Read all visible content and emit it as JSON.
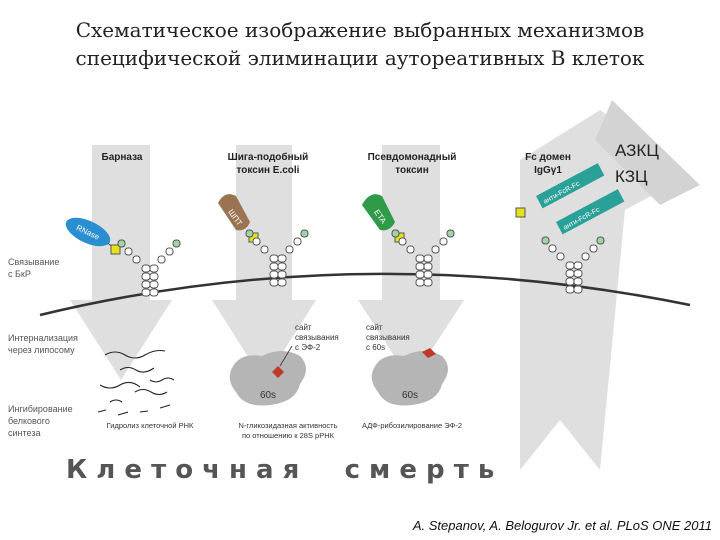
{
  "title": {
    "line1": "Схематическое изображение выбранных механизмов",
    "line2": "специфической элиминации аутореативных В клеток"
  },
  "columns": [
    {
      "heading": "Барназа",
      "body_label": "RNase",
      "bottom": "Гидролиз клеточной РНК"
    },
    {
      "heading1": "Шига-подобный",
      "heading2": "токсин E.coli",
      "body_label": "ШПТ",
      "bottom1": "N-гликозидазная активность",
      "bottom2": "по отношению к 28S рРНК"
    },
    {
      "heading1": "Псевдомонадный",
      "heading2": "токсин",
      "body_label": "ETA",
      "bottom": "АДФ-рибозилирование ЭФ-2"
    },
    {
      "heading1": "Fc домен",
      "heading2": "IgGγ1",
      "cdc_label": "анти-FcR-Fc",
      "cdc_label2": "анти-FcR-Fc"
    }
  ],
  "arrow_labels": {
    "adcc": "АЗКЦ",
    "cdc": "КЗЦ"
  },
  "side_labels": {
    "binding": [
      "Связывание",
      "с БкР"
    ],
    "internalization": [
      "Интернализация",
      "через липосому"
    ],
    "inhibition": [
      "Ингибирование",
      "белкового",
      "синтеза"
    ]
  },
  "ribosome": {
    "site2": [
      "сайт",
      "связывания",
      "с ЭФ-2"
    ],
    "site3": [
      "сайт",
      "связывания",
      "с 60s"
    ],
    "label": "60s"
  },
  "cell_death": "К л е т о ч н а я     с м е р т ь",
  "citation": "A. Stepanov, A. Belogurov Jr. et al. PLoS ONE 2011",
  "colors": {
    "arrow_gray": "#d8d8d8",
    "membrane": "#333333",
    "antigen": "#e6e21a",
    "antibody_green": "#9fd4a9",
    "rnase_blue": "#2a8fd0",
    "shiga_brown": "#9a7352",
    "eta_green": "#2f9a47",
    "fc_teal": "#2aa198",
    "ribosome_gray": "#b5b5b5",
    "toxin_red": "#c0392b"
  }
}
